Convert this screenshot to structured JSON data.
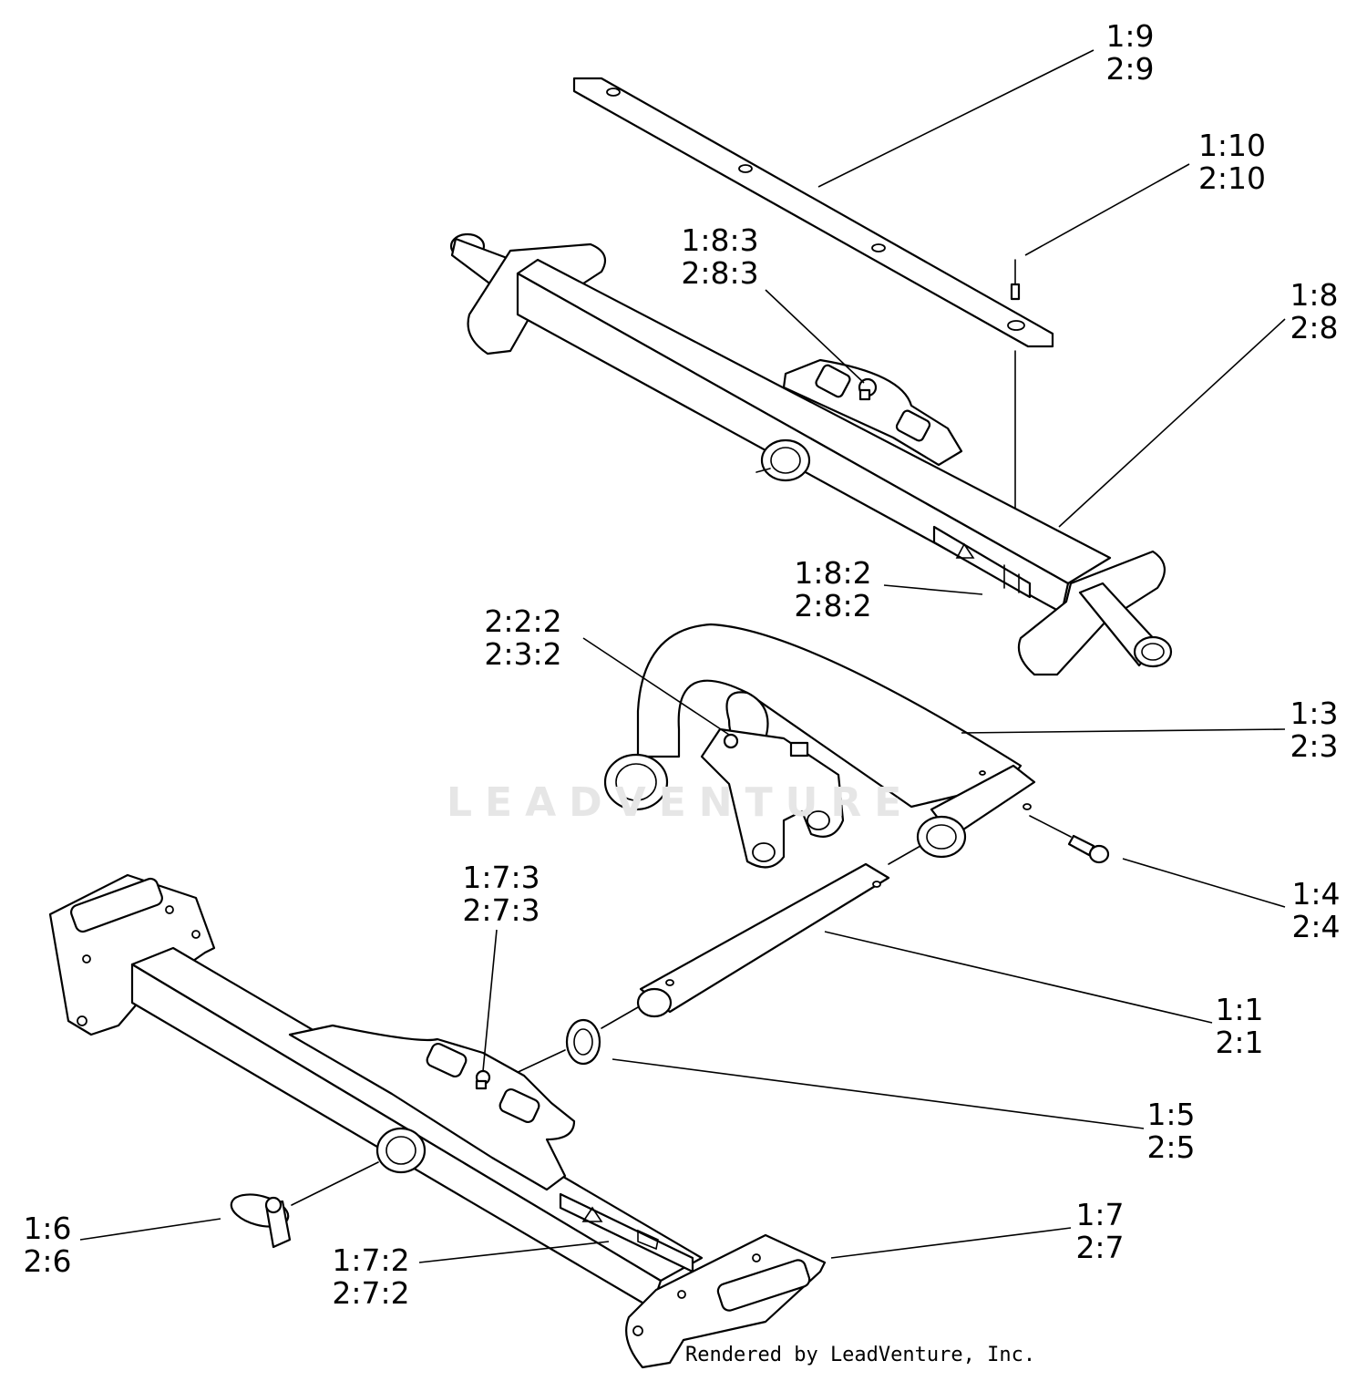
{
  "watermark": {
    "text": "LEADVENTURE"
  },
  "credit": {
    "text": "Rendered by LeadVenture, Inc."
  },
  "callouts": [
    {
      "id": "c19",
      "line1": "1:9",
      "line2": "2:9"
    },
    {
      "id": "c110",
      "line1": "1:10",
      "line2": "2:10"
    },
    {
      "id": "c183",
      "line1": "1:8:3",
      "line2": "2:8:3"
    },
    {
      "id": "c18",
      "line1": "1:8",
      "line2": "2:8"
    },
    {
      "id": "c182",
      "line1": "1:8:2",
      "line2": "2:8:2"
    },
    {
      "id": "c222",
      "line1": "2:2:2",
      "line2": "2:3:2"
    },
    {
      "id": "c13",
      "line1": "1:3",
      "line2": "2:3"
    },
    {
      "id": "c14",
      "line1": "1:4",
      "line2": "2:4"
    },
    {
      "id": "c173",
      "line1": "1:7:3",
      "line2": "2:7:3"
    },
    {
      "id": "c11",
      "line1": "1:1",
      "line2": "2:1"
    },
    {
      "id": "c15",
      "line1": "1:5",
      "line2": "2:5"
    },
    {
      "id": "c16",
      "line1": "1:6",
      "line2": "2:6"
    },
    {
      "id": "c172",
      "line1": "1:7:2",
      "line2": "2:7:2"
    },
    {
      "id": "c17",
      "line1": "1:7",
      "line2": "2:7"
    }
  ]
}
